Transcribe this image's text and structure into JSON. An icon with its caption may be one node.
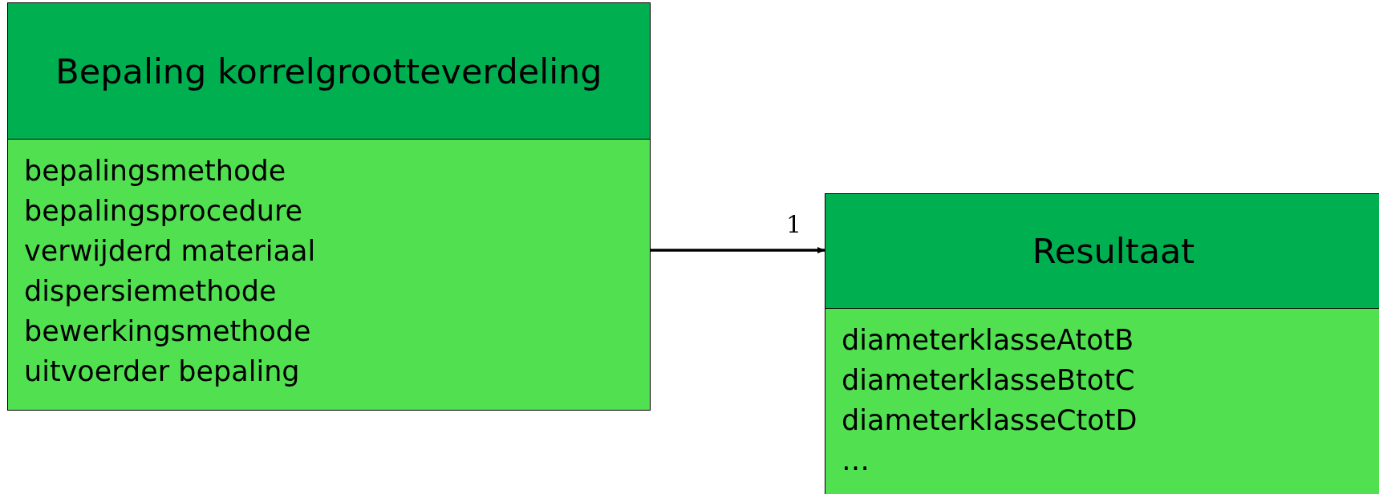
{
  "diagram": {
    "nodes": [
      {
        "text": [
          "Bepaling korrelgrootteverdeling",
          "bepalingsmethode",
          "bepalingsprocedure",
          "verwijderd materiaal",
          "dispersiemethode",
          "bewerkingsmethode",
          "uitvoerder bepaling"
        ]
      },
      {
        "text": [
          "Resultaat",
          "diameterklasseAtotB",
          "diameterklasseBtotC",
          "diameterklasseCtotD",
          "…"
        ]
      }
    ],
    "edges": [
      {
        "from": 0,
        "to": 1,
        "arrow": "to",
        "label": "1"
      }
    ]
  }
}
